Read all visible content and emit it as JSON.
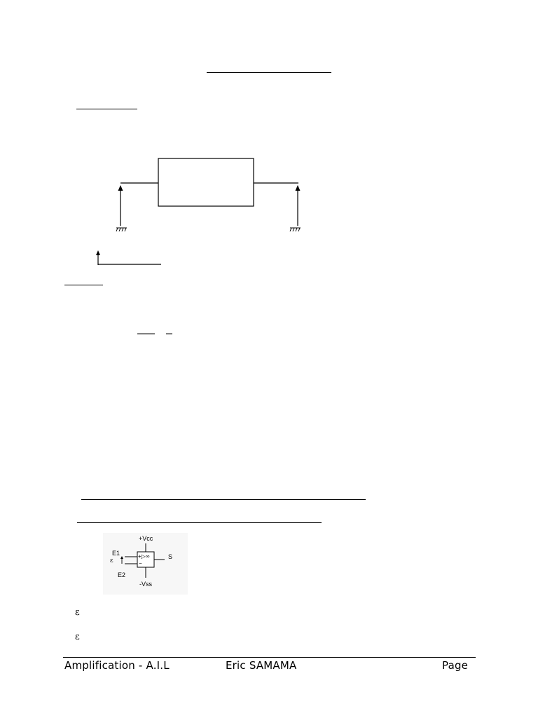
{
  "opamp": {
    "vcc_label": "+Vcc",
    "vss_label": "-Vss",
    "e1_label": "E1",
    "e2_label": "E2",
    "epsilon_label": "ε",
    "s_label": "S",
    "plus_infinity_label": "+▷∞",
    "minus_label": "−"
  },
  "bullets": [
    {
      "symbol": "ε"
    },
    {
      "symbol": "ε"
    }
  ],
  "footer": {
    "left": "Amplification - A.I.L",
    "center": "Eric SAMAMA",
    "right": "Page"
  }
}
